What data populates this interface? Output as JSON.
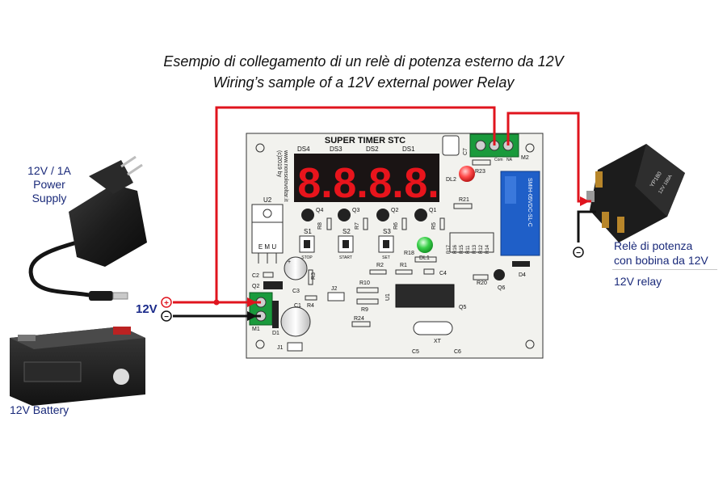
{
  "title": {
    "italian": "Esempio di collegamento di un relè di potenza  esterno da 12V",
    "english": "Wiring’s sample of a 12V external power Relay"
  },
  "power_supply": {
    "label_line1": "12V / 1A",
    "label_line2": "Power",
    "label_line3": "Supply"
  },
  "battery": {
    "label": "12V Battery"
  },
  "input": {
    "voltage": "12V",
    "plus": "+",
    "minus": "−"
  },
  "relay": {
    "label_line1": "Relè di potenza",
    "label_line2": "con bobina da 12V",
    "label_en": "12V relay",
    "minus": "−",
    "case_text1": "YP180",
    "case_text2": "12V 180A"
  },
  "board": {
    "name": "SUPER TIMER STC",
    "copyright": "(c)2019 by",
    "website": "www.nonsolovoltar.it",
    "digits": [
      "8.",
      "8.",
      "8.",
      "8."
    ],
    "display_labels": [
      "DS4",
      "DS3",
      "DS2",
      "DS1"
    ],
    "relay_module_text": "SMIH-05VDC-SL-C",
    "terminal_labels": {
      "com": "Com",
      "na": "NA",
      "m2": "M2"
    },
    "buttons": [
      {
        "ref": "S1",
        "caption": "STOP"
      },
      {
        "ref": "S2",
        "caption": "START"
      },
      {
        "ref": "S3",
        "caption": "SET"
      }
    ],
    "components": {
      "u2": "U2",
      "c7": "C7",
      "dl2": "DL2",
      "r23": "R23",
      "r21": "R21",
      "q4": "Q4",
      "q3": "Q3",
      "q2": "Q2",
      "q1": "Q1",
      "r8": "R8",
      "r7": "R7",
      "r6": "R6",
      "r5": "R5",
      "dl1": "DL1",
      "r18": "R18",
      "r17": "R17",
      "r16": "R16",
      "r15": "R15",
      "r11": "R11",
      "r13": "R13",
      "r12": "R12",
      "r14": "R14",
      "c2": "C2",
      "q2b": "Q2",
      "c3": "C3",
      "r3": "R3",
      "c1": "C1",
      "r4": "R4",
      "m1": "M1",
      "d1": "D1",
      "j2": "J2",
      "r10": "R10",
      "r9": "R9",
      "r2": "R2",
      "r1": "R1",
      "c4": "C4",
      "u1": "U1",
      "q5": "Q5",
      "r20": "R20",
      "q6": "Q6",
      "d4": "D4",
      "r24": "R24",
      "xt": "XT",
      "c5": "C5",
      "c6": "C6",
      "j1": "J1",
      "emu": "E M U"
    }
  },
  "colors": {
    "wire_positive": "#e0141e",
    "wire_negative": "#111111",
    "board": "#f2f2ee",
    "display_bg": "#1a1414",
    "display_digit": "#e8141c",
    "terminal_green": "#1a9a3c",
    "relay_blue": "#1f5fc8",
    "label_text": "#1a2a7a"
  }
}
